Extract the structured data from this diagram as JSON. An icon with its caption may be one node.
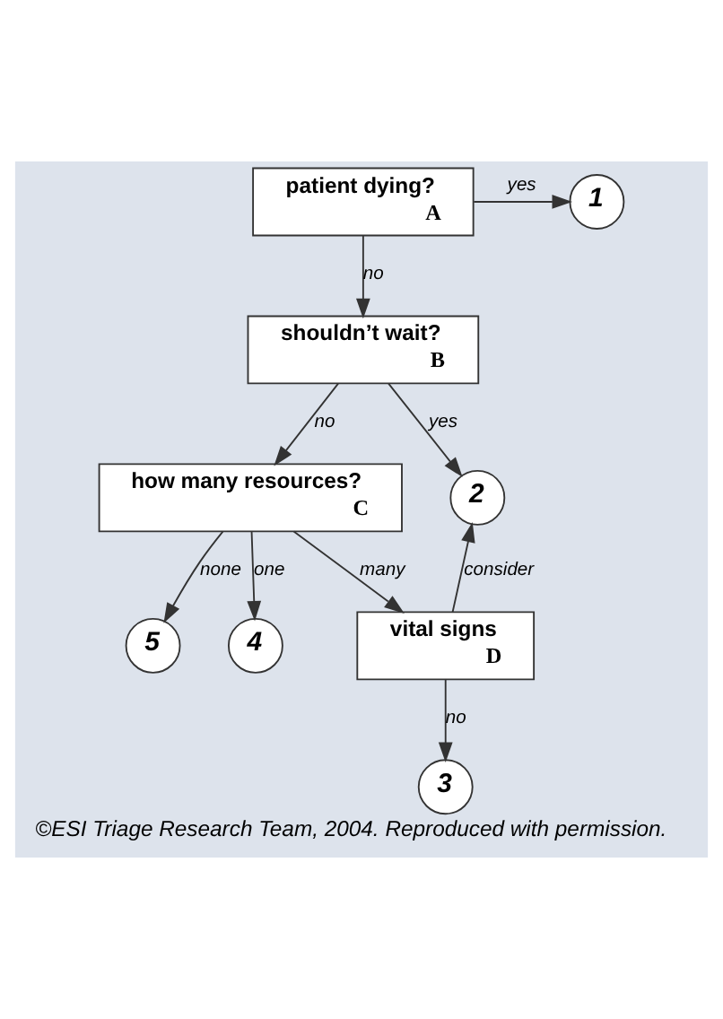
{
  "diagram": {
    "caption": "©ESI Triage Research Team, 2004. Reproduced with permission.",
    "nodes": [
      {
        "text": [
          "patient dying?",
          "A"
        ]
      },
      {
        "text": [
          "1"
        ]
      },
      {
        "text": [
          "shouldn’t wait?",
          "B"
        ]
      },
      {
        "text": [
          "how many resources?",
          "C"
        ]
      },
      {
        "text": [
          "2"
        ]
      },
      {
        "text": [
          "5"
        ]
      },
      {
        "text": [
          "4"
        ]
      },
      {
        "text": [
          "vital signs",
          "D"
        ]
      },
      {
        "text": [
          "3"
        ]
      }
    ],
    "edges": [
      {
        "from": 0,
        "to": 1,
        "arrow": "to",
        "label": "yes"
      },
      {
        "from": 0,
        "to": 2,
        "arrow": "to",
        "label": "no"
      },
      {
        "from": 2,
        "to": 4,
        "arrow": "to",
        "label": "yes"
      },
      {
        "from": 2,
        "to": 3,
        "arrow": "to",
        "label": "no"
      },
      {
        "from": 3,
        "to": 5,
        "arrow": "to",
        "label": "none"
      },
      {
        "from": 3,
        "to": 6,
        "arrow": "to",
        "label": "one"
      },
      {
        "from": 3,
        "to": 7,
        "arrow": "to",
        "label": "many"
      },
      {
        "from": 7,
        "to": 4,
        "arrow": "to",
        "label": "consider"
      },
      {
        "from": 7,
        "to": 8,
        "arrow": "to",
        "label": "no"
      }
    ]
  }
}
